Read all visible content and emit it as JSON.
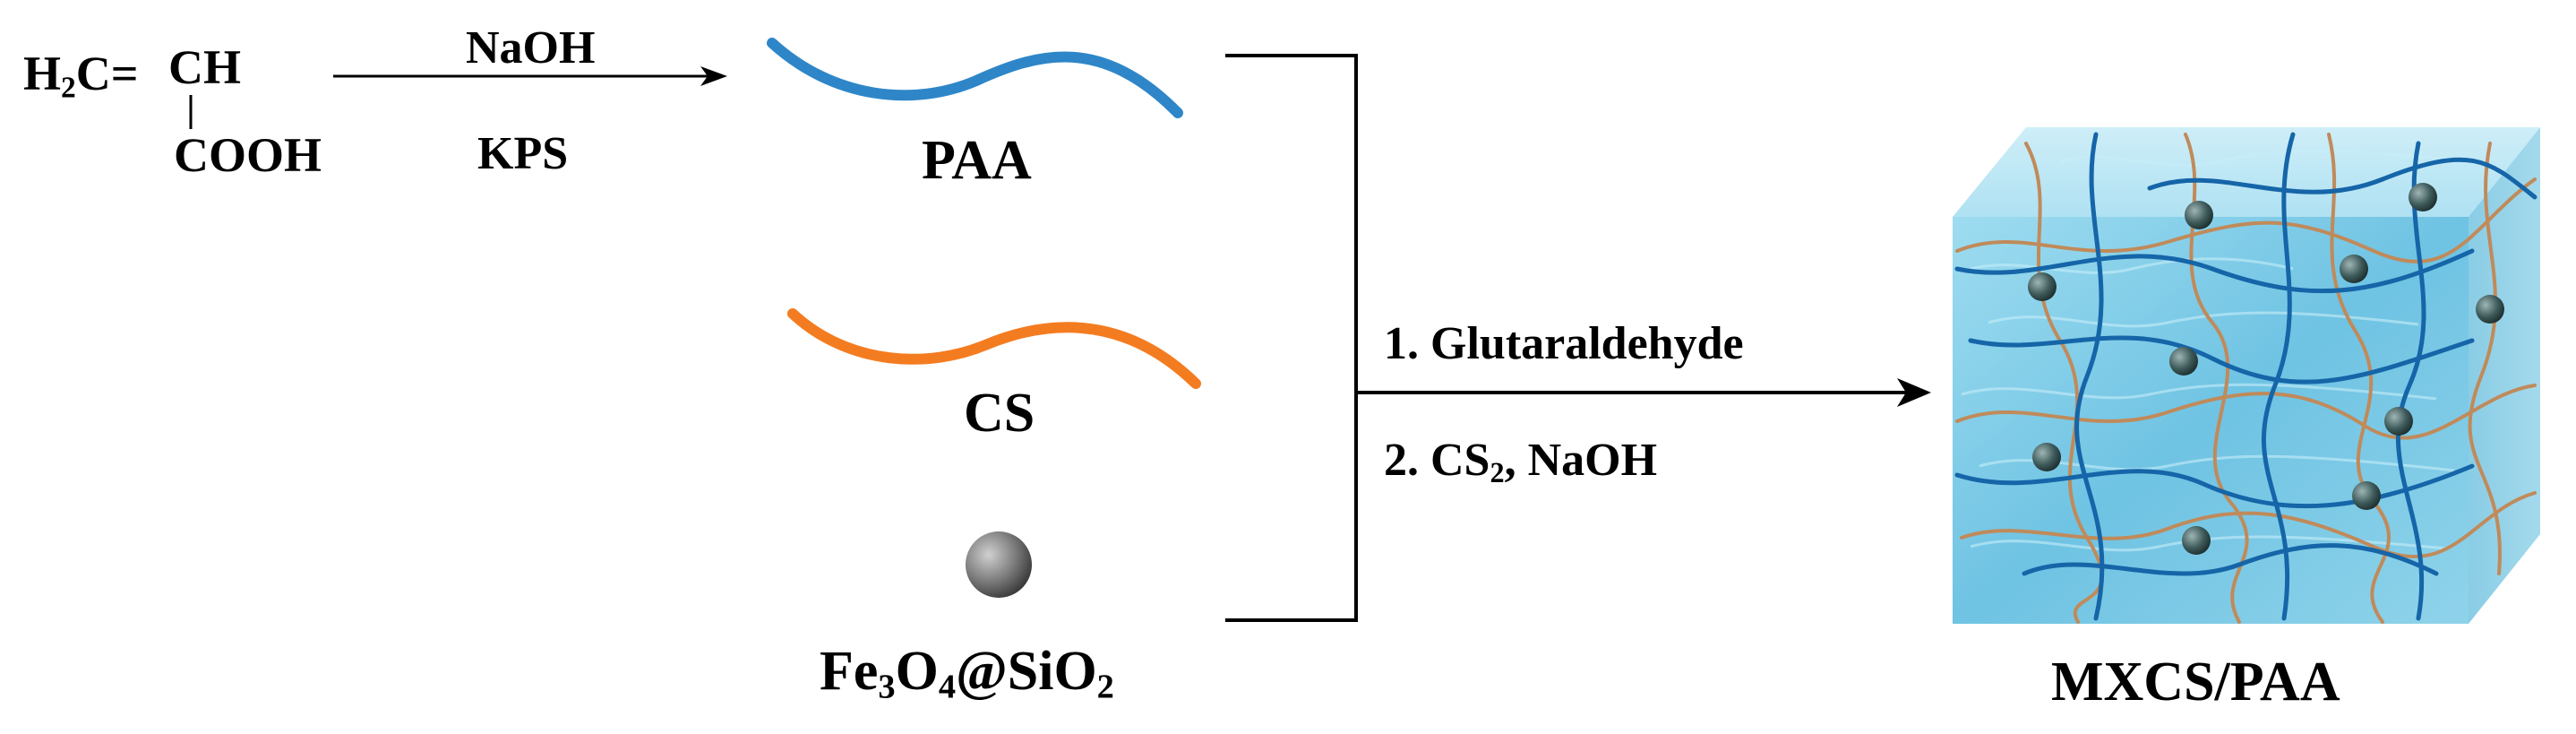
{
  "reactant": {
    "ch2_main": "H",
    "ch2_sub": "2",
    "ch2_rest": "C",
    "double_bond": "=",
    "ch": "CH",
    "cooh": "COOH"
  },
  "reagents": {
    "above": "NaOH",
    "below": "KPS"
  },
  "components": {
    "paa": "PAA",
    "cs": "CS",
    "fe_a": "Fe",
    "fe_a_sub": "3",
    "fe_b": "O",
    "fe_b_sub": "4",
    "fe_c": "@SiO",
    "fe_c_sub": "2"
  },
  "conditions": {
    "step1": "1. Glutaraldehyde",
    "step2_a": "2. CS",
    "step2_sub": "2",
    "step2_b": ", NaOH"
  },
  "product": {
    "name": "MXCS/PAA"
  },
  "colors": {
    "paa_chain": "#2e86c8",
    "cs_chain": "#f47c20",
    "cube_face": "#8fd3ea",
    "network_blue": "#1565a8",
    "network_brown": "#c08a5a",
    "particle": "#3e5a5a",
    "nanoparticle": "#777777"
  }
}
